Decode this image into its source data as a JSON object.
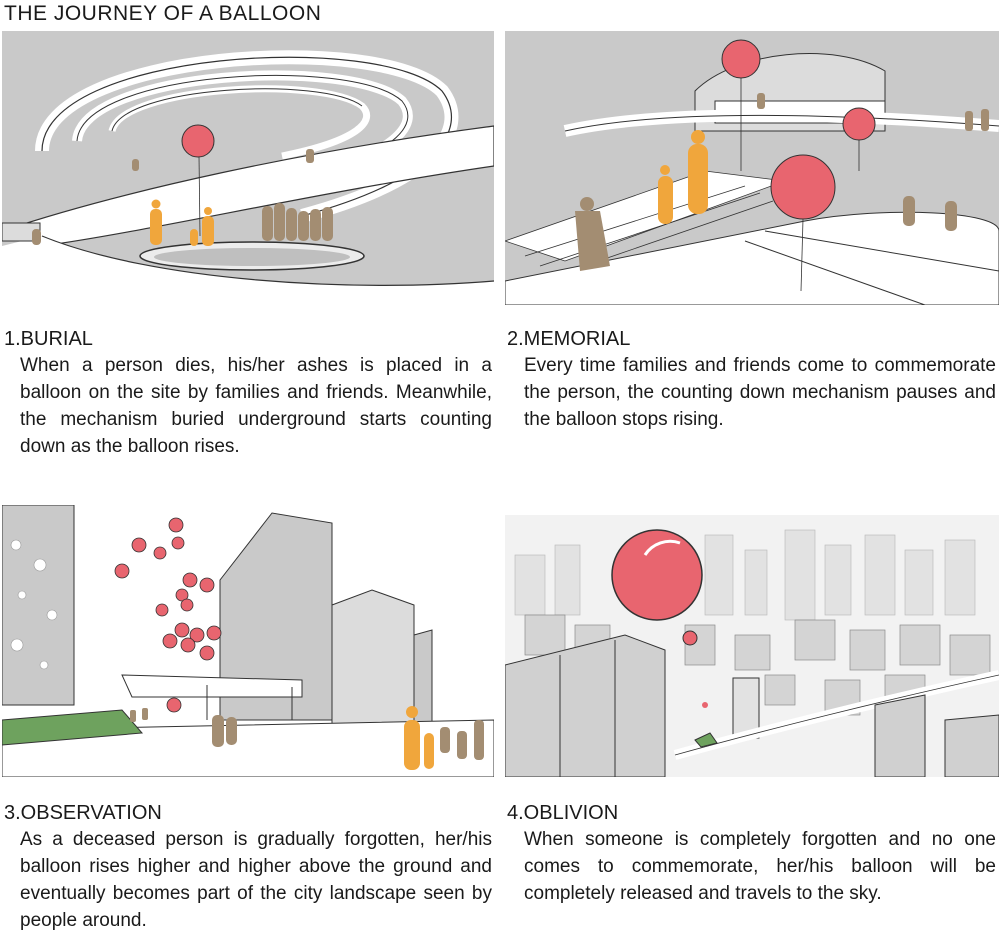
{
  "page_title": "THE JOURNEY OF A BALLOON",
  "steps": [
    {
      "heading": "1.BURIAL",
      "body": "When a person dies, his/her ashes is placed in a balloon on the site by families and friends. Meanwhile, the mechanism buried underground starts counting down as the balloon rises."
    },
    {
      "heading": "2.MEMORIAL",
      "body": "Every time families and friends come to commemorate the person, the counting down mechanism pauses and the balloon stops rising."
    },
    {
      "heading": "3.OBSERVATION",
      "body": "As a deceased person is gradually forgotten, her/his balloon rises higher and higher above the ground and eventually becomes part of the city landscape seen by people around."
    },
    {
      "heading": "4.OBLIVION",
      "body": "When someone is completely forgotten and no one comes to commemorate, her/his balloon will be completely released and travels to the sky."
    }
  ],
  "colors": {
    "balloon": "#e8656f",
    "figure_orange": "#f0a63c",
    "figure_brown": "#a38d72",
    "sketch_gray": "#c9c9c9",
    "grass": "#6ea25e"
  }
}
